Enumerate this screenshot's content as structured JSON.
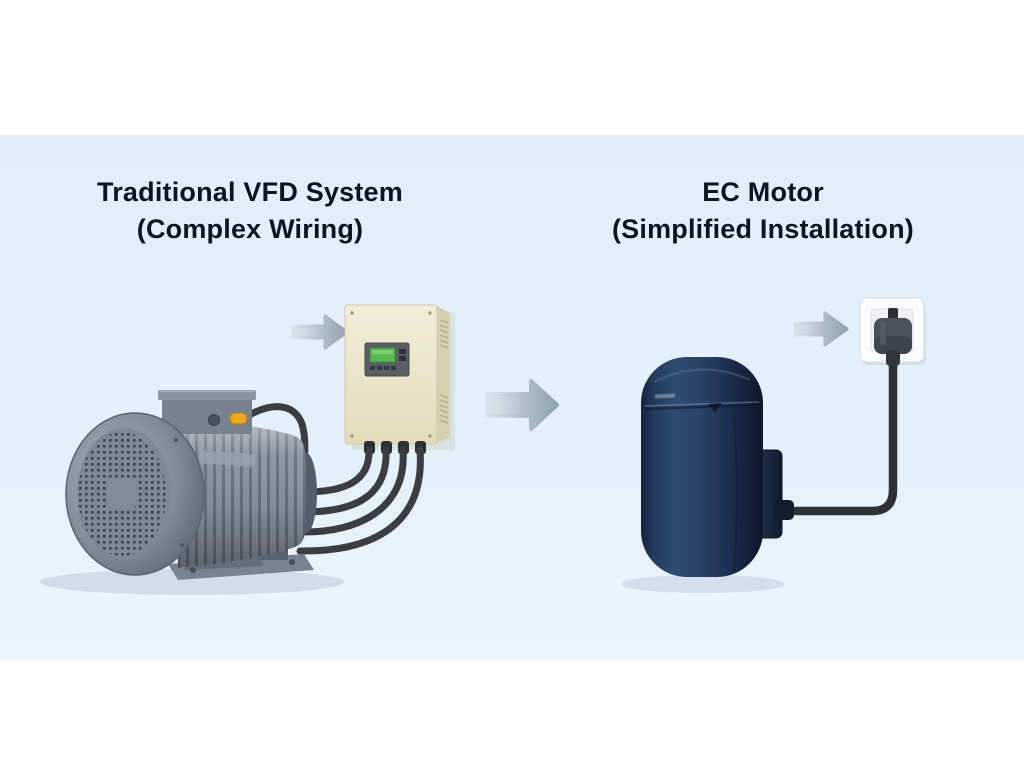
{
  "page": {
    "background_color": "#ffffff",
    "panel_band_color": "#e3effa"
  },
  "panels": {
    "left": {
      "title": "Traditional VFD System",
      "subtitle": "(Complex Wiring)"
    },
    "right": {
      "title": "EC Motor",
      "subtitle": "(Simplified Installation)"
    }
  },
  "colors": {
    "title_text": "#0b1420",
    "flow_arrow_gray": "#9db0bc",
    "vfd_enclosure_beige": "#ebe4ca",
    "vfd_lcd_green": "#55b94f",
    "motor_body_gray": "#828c98",
    "cable_gland_yellow": "#ecaa1c",
    "power_cable_dark": "#3a3d42",
    "ec_motor_navy": "#22344f",
    "wall_outlet_white": "#fafcfd"
  },
  "icons": {
    "left_panel": [
      "induction-motor-icon",
      "vfd-controller-icon",
      "power-cables-icon",
      "flow-arrow-icon"
    ],
    "right_panel": [
      "ec-motor-icon",
      "power-cord-icon",
      "wall-outlet-icon",
      "flow-arrow-icon"
    ]
  }
}
